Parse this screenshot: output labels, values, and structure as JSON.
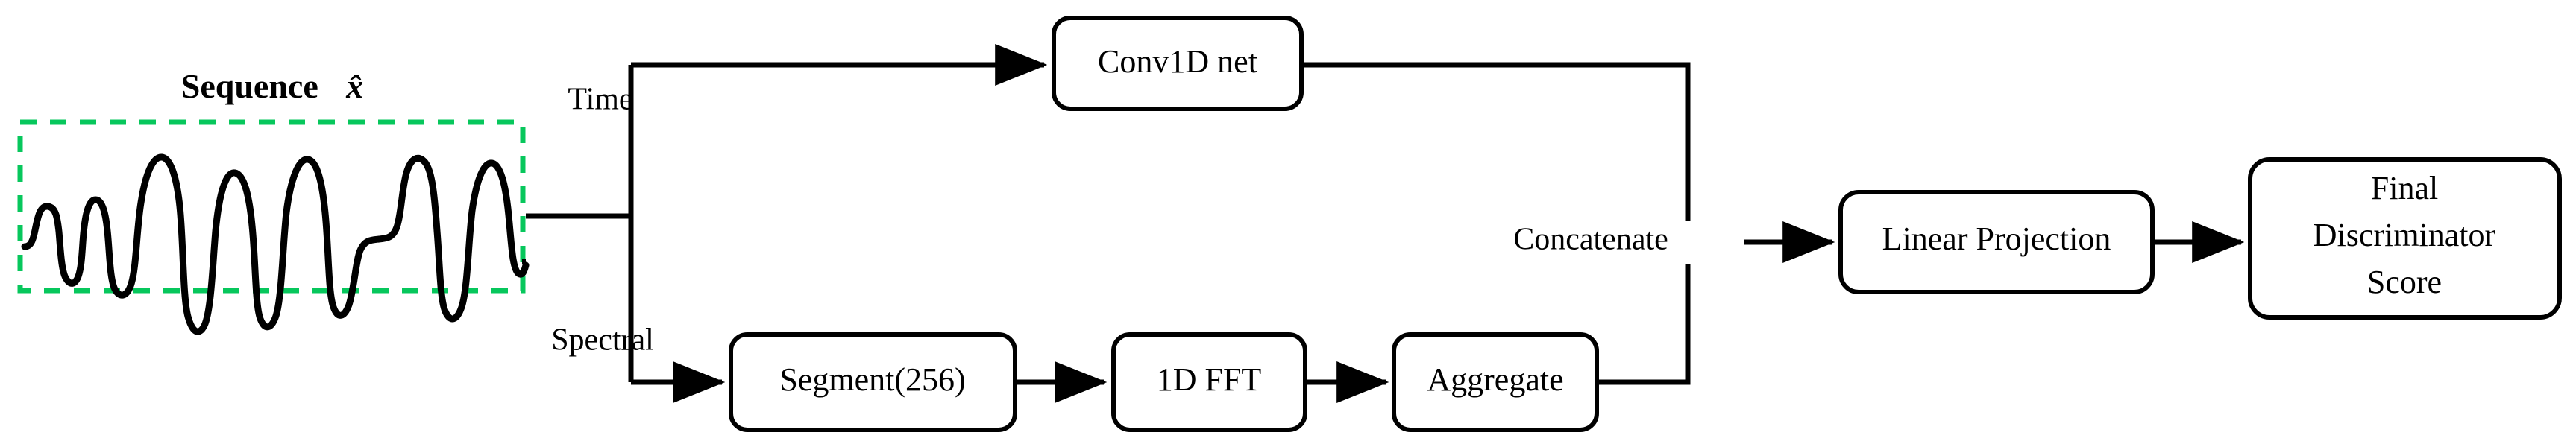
{
  "diagram": {
    "title_text": "Sequence",
    "title_variable": "x̂",
    "accent_color_green": "#07c75c",
    "line_color": "#000000",
    "background_color": "#ffffff",
    "input_block": {
      "name": "sequence-input",
      "label": "Sequence  x̂",
      "border_style": "dashed",
      "border_color": "#07c75c"
    },
    "branch_labels": [
      {
        "id": "time",
        "label": "Time"
      },
      {
        "id": "spectral",
        "label": "Spectral"
      }
    ],
    "nodes": [
      {
        "id": "conv1d",
        "label": "Conv1D net",
        "branch": "time"
      },
      {
        "id": "segment",
        "label": "Segment(256)",
        "branch": "spectral"
      },
      {
        "id": "fft",
        "label": "1D FFT",
        "branch": "spectral"
      },
      {
        "id": "aggregate",
        "label": "Aggregate",
        "branch": "spectral"
      },
      {
        "id": "linear",
        "label": "Linear Projection",
        "branch": "merged"
      },
      {
        "id": "score",
        "label": "Final\nDiscriminator\nScore",
        "branch": "merged"
      }
    ],
    "node_labels": {
      "conv1d": "Conv1D net",
      "segment": "Segment(256)",
      "fft": "1D FFT",
      "aggregate": "Aggregate",
      "linear": "Linear Projection",
      "score_line1": "Final",
      "score_line2": "Discriminator",
      "score_line3": "Score"
    },
    "merge_label": "Concatenate"
  }
}
